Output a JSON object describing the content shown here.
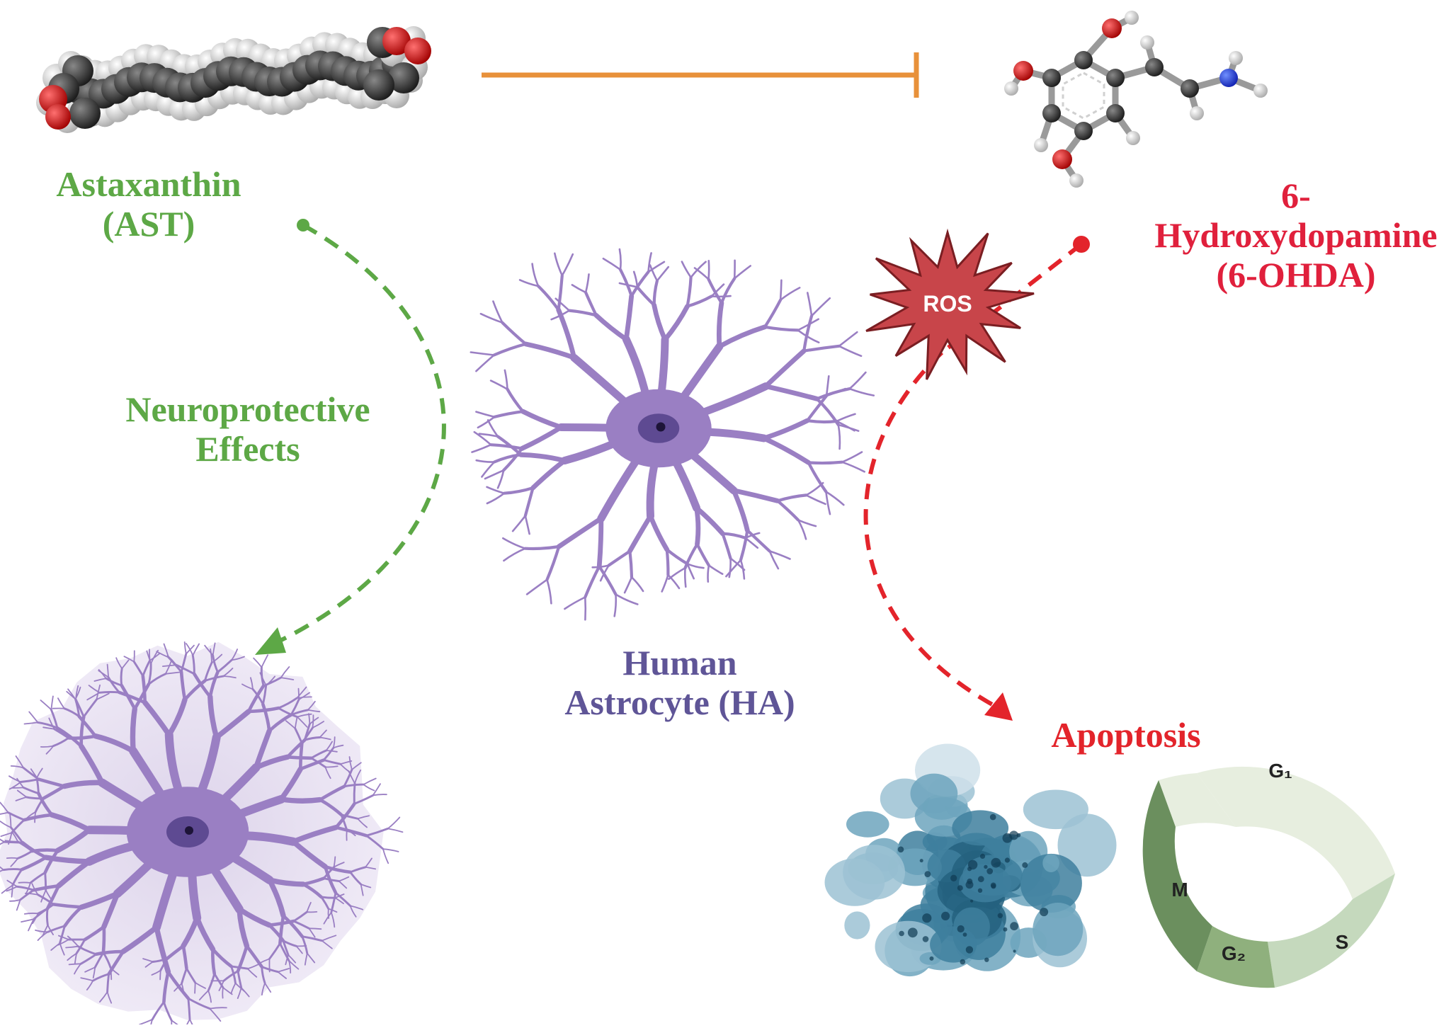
{
  "labels": {
    "astaxanthin": [
      "Astaxanthin",
      "(AST)"
    ],
    "neuroprotective": [
      "Neuroprotective",
      "Effects"
    ],
    "ohda": [
      "6-",
      "Hydroxydopamine",
      "(6-OHDA)"
    ],
    "astrocyte": [
      "Human",
      "Astrocyte (HA)"
    ],
    "apoptosis": "Apoptosis",
    "ros": "ROS"
  },
  "cell_cycle": {
    "phases": [
      "G₁",
      "S",
      "G₂",
      "M"
    ]
  },
  "colors": {
    "protective": "#5da846",
    "toxic": "#e0203c",
    "inhibition": "#e8913a",
    "astrocyte": "#9a7fc3",
    "astrocyte_label": "#5f5597",
    "ros_fill": "#c8454a",
    "apoptotic_cell": "#2e6e8e"
  }
}
